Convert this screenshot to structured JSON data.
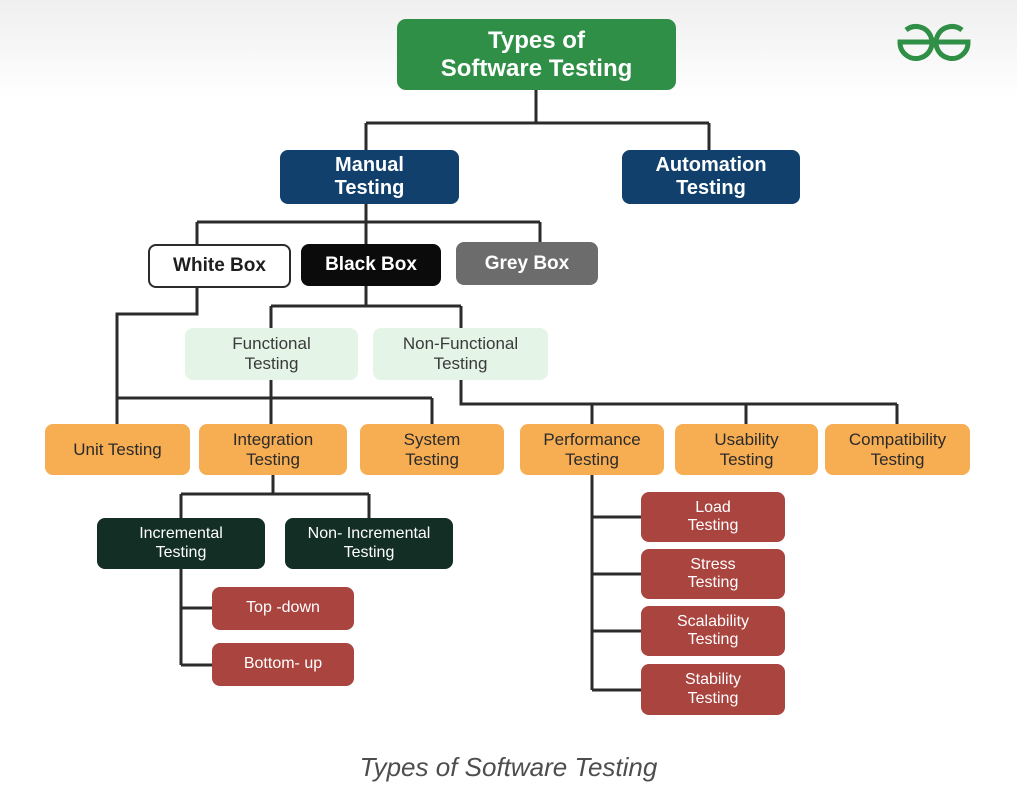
{
  "diagram": {
    "root": "Types of\nSoftware Testing",
    "manual": "Manual\nTesting",
    "automation": "Automation\nTesting",
    "white_box": "White Box",
    "black_box": "Black Box",
    "grey_box": "Grey Box",
    "functional": "Functional\nTesting",
    "non_functional": "Non-Functional\nTesting",
    "unit": "Unit Testing",
    "integration": "Integration\nTesting",
    "system": "System\nTesting",
    "performance": "Performance\nTesting",
    "usability": "Usability\nTesting",
    "compatibility": "Compatibility\nTesting",
    "incremental": "Incremental\nTesting",
    "non_incremental": "Non- Incremental\nTesting",
    "top_down": "Top -down",
    "bottom_up": "Bottom- up",
    "load": "Load\nTesting",
    "stress": "Stress\nTesting",
    "scalability": "Scalability\nTesting",
    "stability": "Stability\nTesting"
  },
  "caption": "Types of Software Testing",
  "logo_icon": "geeksforgeeks-logo-icon",
  "colors": {
    "root": "#2f8f46",
    "navy": "#11406c",
    "mint": "#e4f4e6",
    "orange": "#f7ad52",
    "dark_green": "#132e25",
    "red": "#a9443f",
    "grey": "#6c6c6c",
    "logo": "#2f8f46"
  }
}
